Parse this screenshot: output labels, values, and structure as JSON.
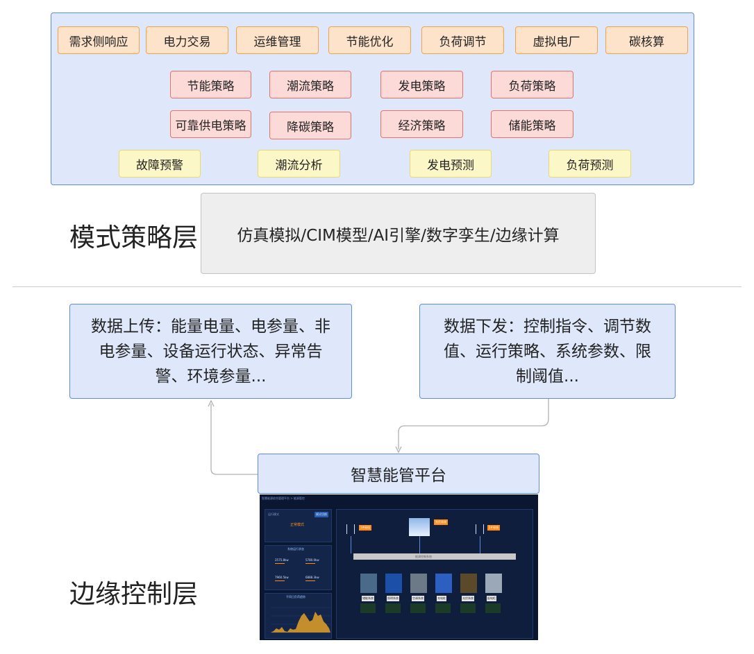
{
  "modules": [
    "需求侧响应",
    "电力交易",
    "运维管理",
    "节能优化",
    "负荷调节",
    "虚拟电厂",
    "碳核算"
  ],
  "strategies_row1": [
    "节能策略",
    "潮流策略",
    "发电策略",
    "负荷策略"
  ],
  "strategies_row2": [
    "可靠供电策略",
    "降碳策略",
    "经济策略",
    "储能策略"
  ],
  "analyses": [
    "故障预警",
    "潮流分析",
    "发电预测",
    "负荷预测"
  ],
  "layer_strategy_title": "模式策略层",
  "tech_stack": "仿真模拟/CIM模型/AI引擎/数字孪生/边缘计算",
  "data_upload": [
    "数据上传：能量电量、电参量、非",
    "电参量、设备运行状态、异常告",
    "警、环境参量..."
  ],
  "data_download": [
    "数据下发：控制指令、调节数",
    "值、运行策略、系统参数、限",
    "制阈值..."
  ],
  "platform_title": "智慧能管平台",
  "layer_edge_title": "边缘控制层",
  "dashboard": {
    "breadcrumb": "智慧能源综合管理平台 > 能源管控",
    "mode_label": "运行模式",
    "mode_button": "模式切换",
    "mode_status": "正常模式",
    "stats_title": "系统运行状态",
    "stats": [
      "2575.8kw",
      "5780.0kw",
      "7960.5kw",
      "6888.3kw"
    ],
    "trend_title": "不同日负荷趋势",
    "center_bar": "能源控制系统",
    "nodes": [
      "1#母线",
      "光伏系统",
      "2#母线"
    ],
    "devices": [
      "储能系统",
      "照明系统",
      "空调系统",
      "充电桩",
      "光伏系统",
      "配电柜"
    ],
    "colors": {
      "background": "#0b1730",
      "panel": "#13264a",
      "accent": "#ff8c1a",
      "chart_fill": "#d89a2a"
    }
  }
}
